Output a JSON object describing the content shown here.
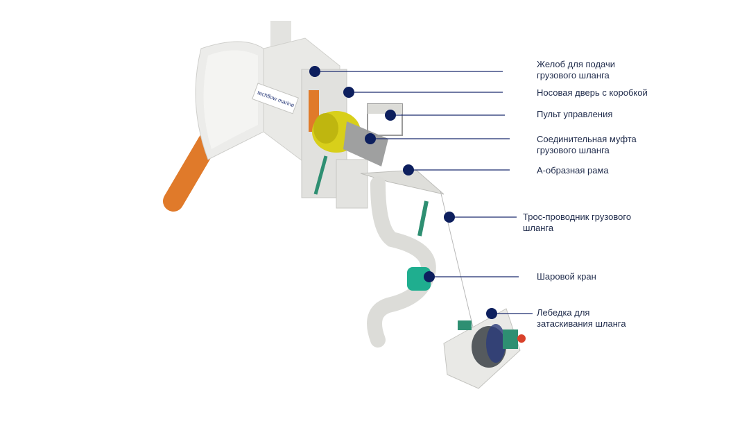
{
  "colors": {
    "marker": "#0d1f5e",
    "leader": "#1a2a6e",
    "hose": "#e07a2a",
    "coupling": "#d8cf1a",
    "valve": "#1fae8f",
    "body": "#e9e9e6"
  },
  "logo": {
    "text": "techflow marine"
  },
  "labels": [
    {
      "id": "chute",
      "text": "Желоб для подачи\nгрузового шланга"
    },
    {
      "id": "nose-door",
      "text": "Носовая дверь с коробкой"
    },
    {
      "id": "control-panel",
      "text": "Пульт управления"
    },
    {
      "id": "coupling",
      "text": "Соединительная муфта\nгрузового шланга"
    },
    {
      "id": "a-frame",
      "text": "А-образная рама"
    },
    {
      "id": "messenger-line",
      "text": "Трос-проводник грузового\nшланга"
    },
    {
      "id": "ball-valve",
      "text": "Шаровой кран"
    },
    {
      "id": "winch",
      "text": "Лебедка для\nзатаскивания шланга"
    }
  ]
}
